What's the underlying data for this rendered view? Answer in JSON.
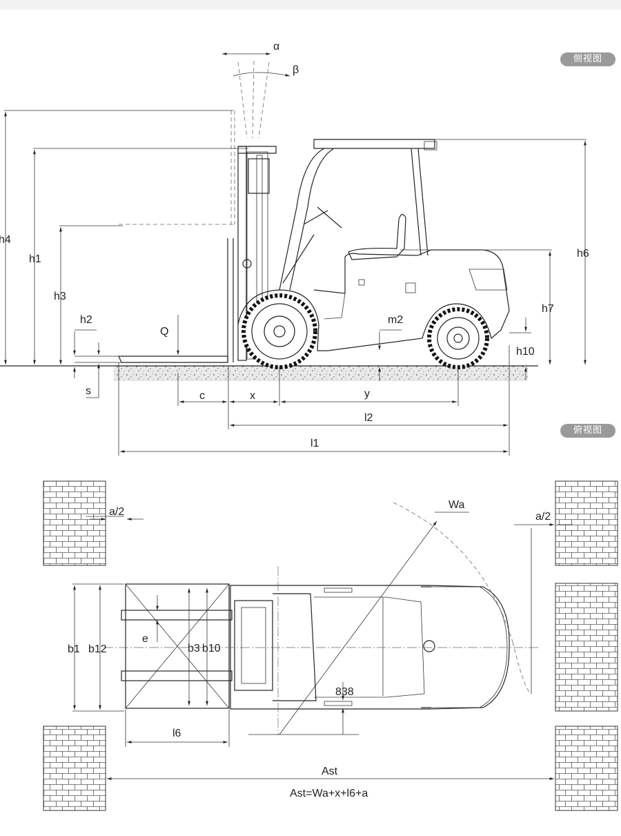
{
  "view_tags": {
    "side": "侧视图",
    "top": "俯视图"
  },
  "side_view": {
    "labels": {
      "alpha": "α",
      "beta": "β",
      "h4": "h4",
      "h1": "h1",
      "h3": "h3",
      "h2": "h2",
      "s": "s",
      "Q": "Q",
      "m2": "m2",
      "h6": "h6",
      "h7": "h7",
      "h10": "h10",
      "c": "c",
      "x": "x",
      "y": "y",
      "l2": "l2",
      "l1": "l1"
    }
  },
  "top_view": {
    "labels": {
      "a_half_left": "a/2",
      "a_half_right": "a/2",
      "Wa": "Wa",
      "b1": "b1",
      "b12": "b12",
      "b3": "b3",
      "b10": "b10",
      "e": "e",
      "l6": "l6",
      "dim_838": "838",
      "Ast": "Ast",
      "formula": "Ast=Wa+x+l6+a"
    }
  }
}
